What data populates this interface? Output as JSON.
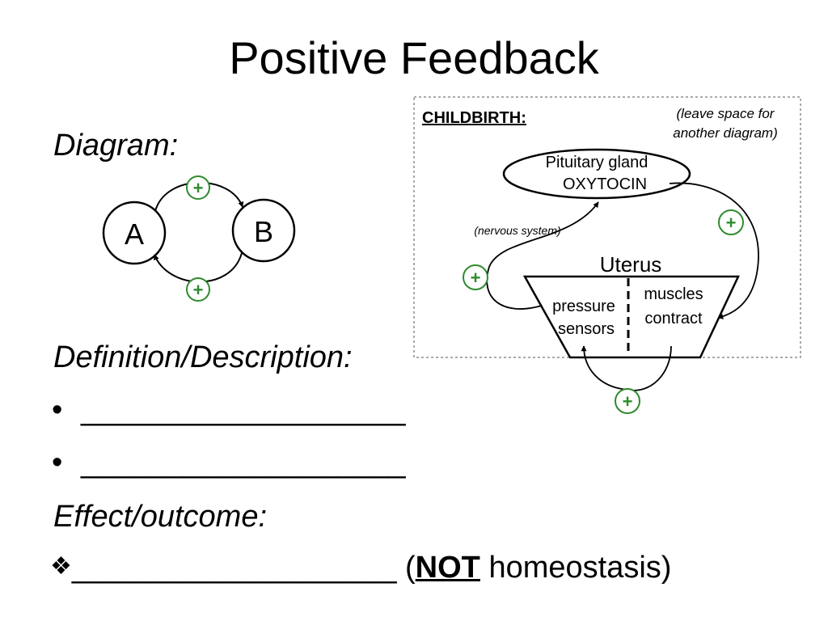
{
  "slide": {
    "title": "Positive Feedback",
    "diagram_heading": "Diagram:",
    "definition_heading": "Definition/Description:",
    "bullets": [
      {
        "marker": "•",
        "blank": "___________________"
      },
      {
        "marker": "•",
        "blank": "___________________"
      }
    ],
    "effect_heading": "Effect/outcome:",
    "effect_line": {
      "marker": "❖",
      "blank": "___________________",
      "open_paren": " (",
      "emphasis": "NOT",
      "rest": " homeostasis)"
    }
  },
  "ab_loop": {
    "node_a": "A",
    "node_b": "B",
    "plus_top": "+",
    "plus_bottom": "+",
    "plus_color": "#2e8b2e"
  },
  "childbirth": {
    "heading": "CHILDBIRTH:",
    "note_line1": "(leave space for",
    "note_line2": "another diagram)",
    "pituitary_line1": "Pituitary gland",
    "pituitary_line2": "OXYTOCIN",
    "nervous_system": "(nervous system)",
    "uterus": "Uterus",
    "pressure_line1": "pressure",
    "pressure_line2": "sensors",
    "muscles_line1": "muscles",
    "muscles_line2": "contract",
    "plus_right": "+",
    "plus_left": "+",
    "plus_bottom": "+",
    "plus_color": "#2e8b2e"
  }
}
